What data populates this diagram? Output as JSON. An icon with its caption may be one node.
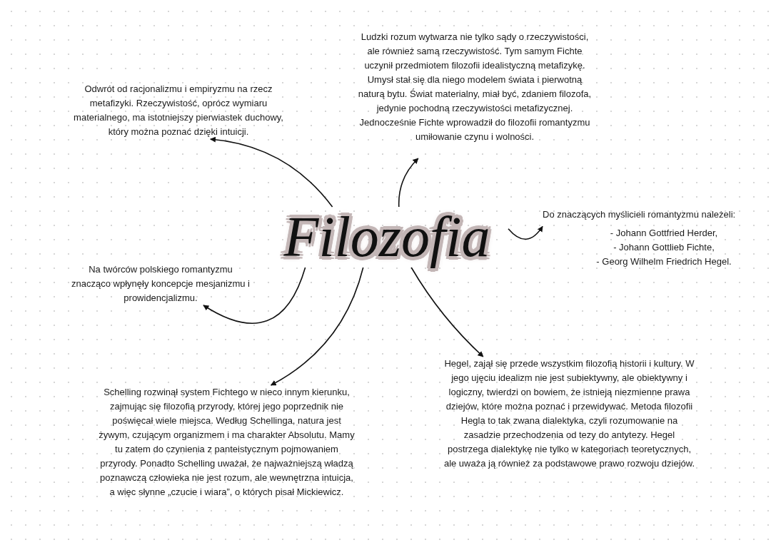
{
  "diagram": {
    "nodes": [
      {
        "text": [
          "Filozofia"
        ]
      },
      {
        "text": [
          "Odwrót od racjonalizmu i empiryzmu na rzecz metafizyki. Rzeczywistość, oprócz wymiaru materialnego, ma istotniejszy pierwiastek duchowy, który można poznać dzięki intuicji."
        ]
      },
      {
        "text": [
          "Ludzki rozum wytwarza nie tylko sądy o rzeczywistości, ale również samą rzeczywistość. Tym samym Fichte uczynił przedmiotem filozofii idealistyczną metafizykę. Umysł stał się dla niego modelem świata i pierwotną naturą bytu. Świat materialny, miał być, zdaniem filozofa, jedynie pochodną rzeczywistości metafizycznej. Jednocześnie Fichte wprowadził do filozofii romantyzmu umiłowanie czynu i wolności."
        ]
      },
      {
        "text": [
          "Do znaczących myślicieli romantyzmu należeli:",
          "- Johann Gottfried Herder,",
          "- Johann Gottlieb Fichte,",
          "- Georg Wilhelm Friedrich Hegel."
        ]
      },
      {
        "text": [
          "Na twórców polskiego romantyzmu znacząco wpłynęły koncepcje mesjanizmu i prowidencjalizmu."
        ]
      },
      {
        "text": [
          "Schelling rozwinął system Fichtego w nieco innym kierunku, zajmując się filozofią przyrody, której jego poprzednik nie poświęcał wiele miejsca. Według Schellinga, natura jest żywym, czującym organizmem i ma charakter Absolutu. Mamy tu zatem do czynienia z panteistycznym pojmowaniem przyrody. Ponadto Schelling uważał, że najważniejszą władzą poznawczą człowieka nie jest rozum, ale wewnętrzna intuicja, a więc słynne „czucie i wiara”, o których pisał Mickiewicz."
        ]
      },
      {
        "text": [
          "Hegel, zajął się przede wszystkim filozofią historii i kultury. W jego ujęciu idealizm nie jest subiektywny, ale obiektywny i logiczny, twierdzi on bowiem, że istnieją niezmienne prawa dziejów, które można poznać i przewidywać. Metoda filozofii Hegla to tak zwana dialektyka, czyli rozumowanie na zasadzie przechodzenia od tezy do antytezy. Hegel postrzega dialektykę nie tylko w kategoriach teoretycznych, ale uważa ją również za podstawowe prawo rozwoju dziejów."
        ]
      }
    ],
    "edges": [
      {
        "from": 0,
        "to": 1,
        "arrow": "to"
      },
      {
        "from": 0,
        "to": 2,
        "arrow": "to"
      },
      {
        "from": 0,
        "to": 3,
        "arrow": "to"
      },
      {
        "from": 0,
        "to": 4,
        "arrow": "to"
      },
      {
        "from": 0,
        "to": 5,
        "arrow": "to"
      },
      {
        "from": 0,
        "to": 6,
        "arrow": "to"
      }
    ]
  }
}
